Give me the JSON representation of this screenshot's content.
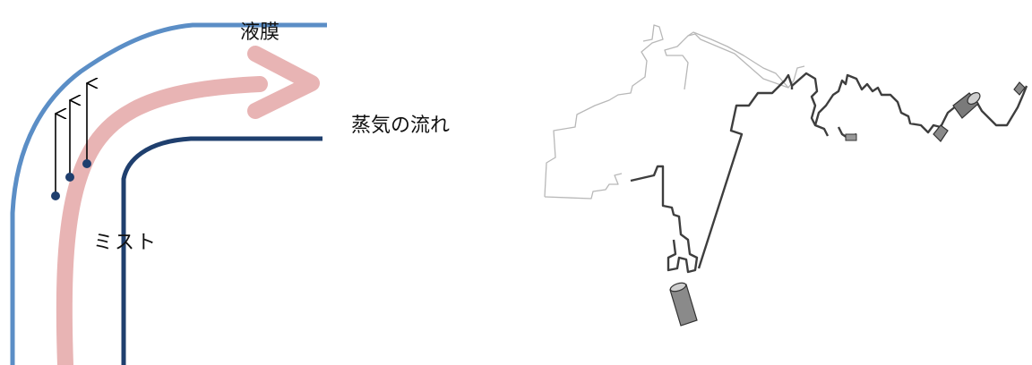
{
  "diagram": {
    "labels": {
      "liquid_film": "液膜",
      "steam_flow": "蒸気の流れ",
      "mist": "ミスト"
    },
    "colors": {
      "liquid_film_wall": "#5b8ec6",
      "inner_wall": "#1f3f6e",
      "steam_arrow": "#e8b4b4",
      "mist_droplet": "#1f3f6e",
      "mist_arrow": "#000000",
      "pipe_dark": "#444444",
      "pipe_light": "#aaaaaa"
    },
    "mist_droplet_count": 3
  },
  "piping_model": {
    "icon": "3d-piping-network"
  }
}
